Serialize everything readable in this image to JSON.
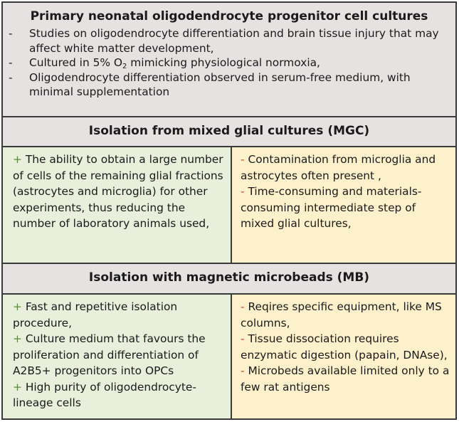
{
  "header": {
    "title": "Primary neonatal oligodendrocyte progenitor cell cultures",
    "bullets": [
      "Studies on oligodendrocyte differentiation and brain tissue injury that may affect white matter development,",
      "Cultured in 5% O",
      "Oligodendrocyte differentiation observed in serum-free medium, with minimal supplementation"
    ],
    "bullet2_sub": "2",
    "bullet2_tail": " mimicking physiological normoxia,",
    "dash": "-"
  },
  "mgc": {
    "title": "Isolation from mixed glial cultures (MGC)",
    "pros": [
      "The ability to obtain a large number of cells of the remaining glial fractions (astrocytes and microglia) for other experiments, thus reducing the number of laboratory animals used,"
    ],
    "cons": [
      " Contamination from microglia and astrocytes often present ,",
      "Time-consuming and materials-consuming intermediate step of mixed glial cultures,"
    ]
  },
  "mb": {
    "title": "Isolation with magnetic microbeads (MB)",
    "pros": [
      "Fast and repetitive isolation procedure,",
      "Culture medium that favours the proliferation and differentiation of A2B5+ progenitors into OPCs",
      "High purity of oligodendrocyte-lineage cells"
    ],
    "cons": [
      "Reqires specific equipment, like MS columns,",
      "Tissue dissociation requires enzymatic digestion (papain, DNAse),",
      "Microbeds available limited only to a few rat antigens"
    ]
  },
  "marks": {
    "plus": "+",
    "minus": "-"
  },
  "colors": {
    "pro_bg": "#e8efda",
    "con_bg": "#fdf1cc",
    "header_bg": "#e6e2e1",
    "plus": "#5a8a3a",
    "minus": "#d0402e"
  }
}
